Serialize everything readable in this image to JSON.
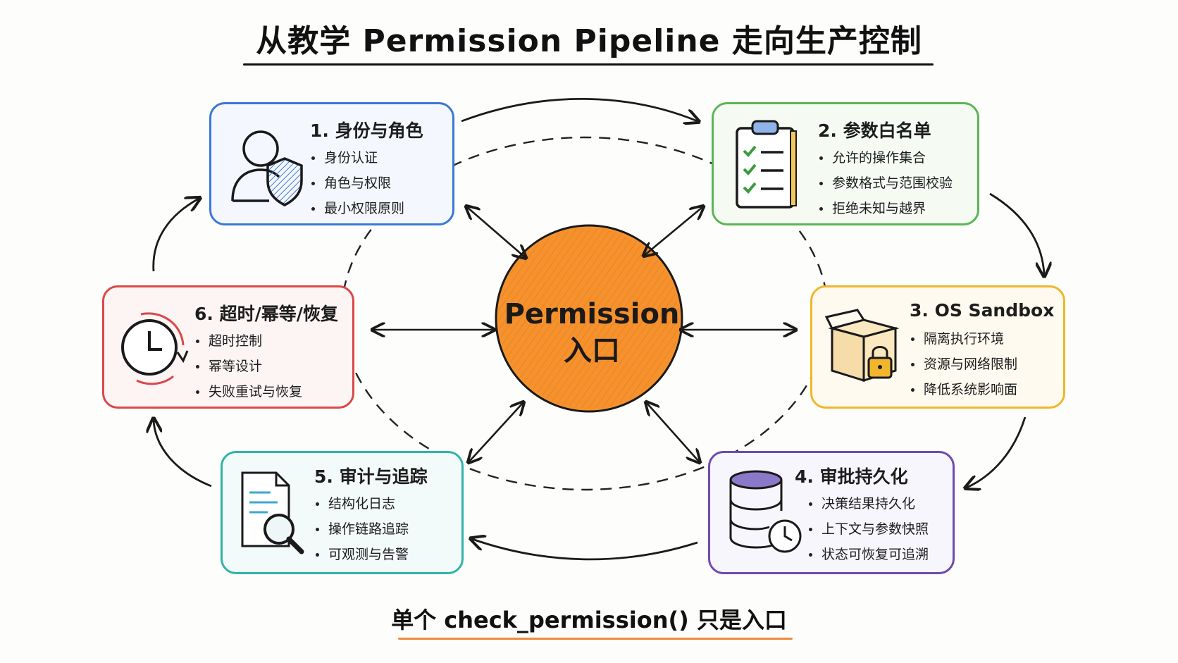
{
  "title": "从教学 Permission Pipeline 走向生产控制",
  "center": {
    "line1": "Permission",
    "line2": "入口"
  },
  "footer": "单个 check_permission() 只是入口",
  "colors": {
    "identity": "#3a78d6",
    "whitelist": "#5bb553",
    "sandbox": "#f0b62a",
    "approval": "#6d4bb0",
    "audit": "#31b3a6",
    "timeout": "#d94848",
    "center": "#f28c28",
    "footer_underline": "#f08a3c"
  },
  "boxes": {
    "identity": {
      "title": "1. 身份与角色",
      "icon": "user-shield-icon",
      "items": [
        "身份认证",
        "角色与权限",
        "最小权限原则"
      ]
    },
    "whitelist": {
      "title": "2. 参数白名单",
      "icon": "clipboard-checklist-icon",
      "items": [
        "允许的操作集合",
        "参数格式与范围校验",
        "拒绝未知与越界"
      ]
    },
    "sandbox": {
      "title": "3. OS Sandbox",
      "icon": "box-lock-icon",
      "items": [
        "隔离执行环境",
        "资源与网络限制",
        "降低系统影响面"
      ]
    },
    "approval": {
      "title": "4. 审批持久化",
      "icon": "database-clock-icon",
      "items": [
        "决策结果持久化",
        "上下文与参数快照",
        "状态可恢复可追溯"
      ]
    },
    "audit": {
      "title": "5. 审计与追踪",
      "icon": "document-magnifier-icon",
      "items": [
        "结构化日志",
        "操作链路追踪",
        "可观测与告警"
      ]
    },
    "timeout": {
      "title": "6. 超时/幂等/恢复",
      "icon": "clock-retry-icon",
      "items": [
        "超时控制",
        "幂等设计",
        "失败重试与恢复"
      ]
    }
  }
}
